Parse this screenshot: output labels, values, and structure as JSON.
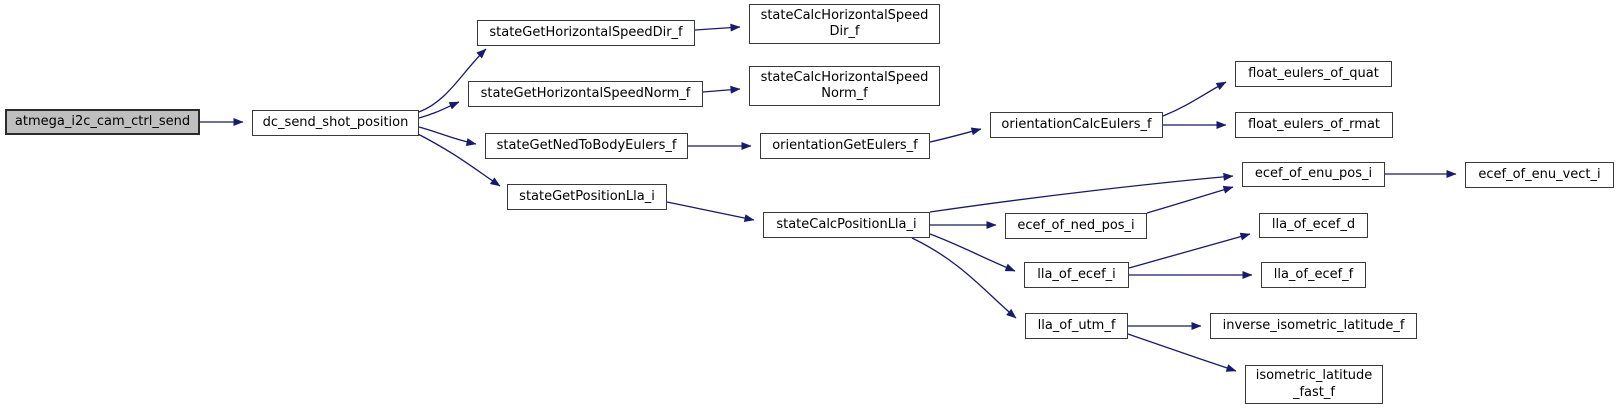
{
  "diagram": {
    "kind": "call-graph",
    "background_color": "#ffffff",
    "edge_color": "#191970",
    "node_fill": "#ffffff",
    "node_border_color": "#3a3a3a",
    "highlight_node_fill": "#bfbfbf",
    "root_function": "atmega_i2c_cam_ctrl_send"
  },
  "nodes": [
    {
      "id": "atmega_i2c_cam_ctrl_send",
      "label": "atmega_i2c_cam_ctrl_send",
      "highlighted": true
    },
    {
      "id": "dc_send_shot_position",
      "label": "dc_send_shot_position",
      "highlighted": false
    },
    {
      "id": "stateGetHorizontalSpeedDir_f",
      "label": "stateGetHorizontalSpeedDir_f",
      "highlighted": false
    },
    {
      "id": "stateCalcHorizontalSpeedDir_f",
      "label": "stateCalcHorizontalSpeed\nDir_f",
      "highlighted": false
    },
    {
      "id": "stateGetHorizontalSpeedNorm_f",
      "label": "stateGetHorizontalSpeedNorm_f",
      "highlighted": false
    },
    {
      "id": "stateCalcHorizontalSpeedNorm_f",
      "label": "stateCalcHorizontalSpeed\nNorm_f",
      "highlighted": false
    },
    {
      "id": "stateGetNedToBodyEulers_f",
      "label": "stateGetNedToBodyEulers_f",
      "highlighted": false
    },
    {
      "id": "orientationGetEulers_f",
      "label": "orientationGetEulers_f",
      "highlighted": false
    },
    {
      "id": "orientationCalcEulers_f",
      "label": "orientationCalcEulers_f",
      "highlighted": false
    },
    {
      "id": "float_eulers_of_quat",
      "label": "float_eulers_of_quat",
      "highlighted": false
    },
    {
      "id": "float_eulers_of_rmat",
      "label": "float_eulers_of_rmat",
      "highlighted": false
    },
    {
      "id": "stateGetPositionLla_i",
      "label": "stateGetPositionLla_i",
      "highlighted": false
    },
    {
      "id": "stateCalcPositionLla_i",
      "label": "stateCalcPositionLla_i",
      "highlighted": false
    },
    {
      "id": "ecef_of_enu_pos_i",
      "label": "ecef_of_enu_pos_i",
      "highlighted": false
    },
    {
      "id": "ecef_of_ned_pos_i",
      "label": "ecef_of_ned_pos_i",
      "highlighted": false
    },
    {
      "id": "lla_of_ecef_d",
      "label": "lla_of_ecef_d",
      "highlighted": false
    },
    {
      "id": "lla_of_ecef_i",
      "label": "lla_of_ecef_i",
      "highlighted": false
    },
    {
      "id": "lla_of_ecef_f",
      "label": "lla_of_ecef_f",
      "highlighted": false
    },
    {
      "id": "lla_of_utm_f",
      "label": "lla_of_utm_f",
      "highlighted": false
    },
    {
      "id": "inverse_isometric_latitude_f",
      "label": "inverse_isometric_latitude_f",
      "highlighted": false
    },
    {
      "id": "isometric_latitude_fast_f",
      "label": "isometric_latitude\n_fast_f",
      "highlighted": false
    },
    {
      "id": "ecef_of_enu_vect_i",
      "label": "ecef_of_enu_vect_i",
      "highlighted": false
    }
  ],
  "edges": [
    {
      "from": "atmega_i2c_cam_ctrl_send",
      "to": "dc_send_shot_position"
    },
    {
      "from": "dc_send_shot_position",
      "to": "stateGetHorizontalSpeedDir_f"
    },
    {
      "from": "dc_send_shot_position",
      "to": "stateGetHorizontalSpeedNorm_f"
    },
    {
      "from": "dc_send_shot_position",
      "to": "stateGetNedToBodyEulers_f"
    },
    {
      "from": "dc_send_shot_position",
      "to": "stateGetPositionLla_i"
    },
    {
      "from": "stateGetHorizontalSpeedDir_f",
      "to": "stateCalcHorizontalSpeedDir_f"
    },
    {
      "from": "stateGetHorizontalSpeedNorm_f",
      "to": "stateCalcHorizontalSpeedNorm_f"
    },
    {
      "from": "stateGetNedToBodyEulers_f",
      "to": "orientationGetEulers_f"
    },
    {
      "from": "orientationGetEulers_f",
      "to": "orientationCalcEulers_f"
    },
    {
      "from": "orientationCalcEulers_f",
      "to": "float_eulers_of_quat"
    },
    {
      "from": "orientationCalcEulers_f",
      "to": "float_eulers_of_rmat"
    },
    {
      "from": "stateGetPositionLla_i",
      "to": "stateCalcPositionLla_i"
    },
    {
      "from": "stateCalcPositionLla_i",
      "to": "ecef_of_enu_pos_i"
    },
    {
      "from": "stateCalcPositionLla_i",
      "to": "ecef_of_ned_pos_i"
    },
    {
      "from": "stateCalcPositionLla_i",
      "to": "lla_of_ecef_i"
    },
    {
      "from": "stateCalcPositionLla_i",
      "to": "lla_of_utm_f"
    },
    {
      "from": "ecef_of_ned_pos_i",
      "to": "ecef_of_enu_pos_i"
    },
    {
      "from": "ecef_of_enu_pos_i",
      "to": "ecef_of_enu_vect_i"
    },
    {
      "from": "lla_of_ecef_i",
      "to": "lla_of_ecef_d"
    },
    {
      "from": "lla_of_ecef_i",
      "to": "lla_of_ecef_f"
    },
    {
      "from": "lla_of_utm_f",
      "to": "inverse_isometric_latitude_f"
    },
    {
      "from": "lla_of_utm_f",
      "to": "isometric_latitude_fast_f"
    }
  ]
}
